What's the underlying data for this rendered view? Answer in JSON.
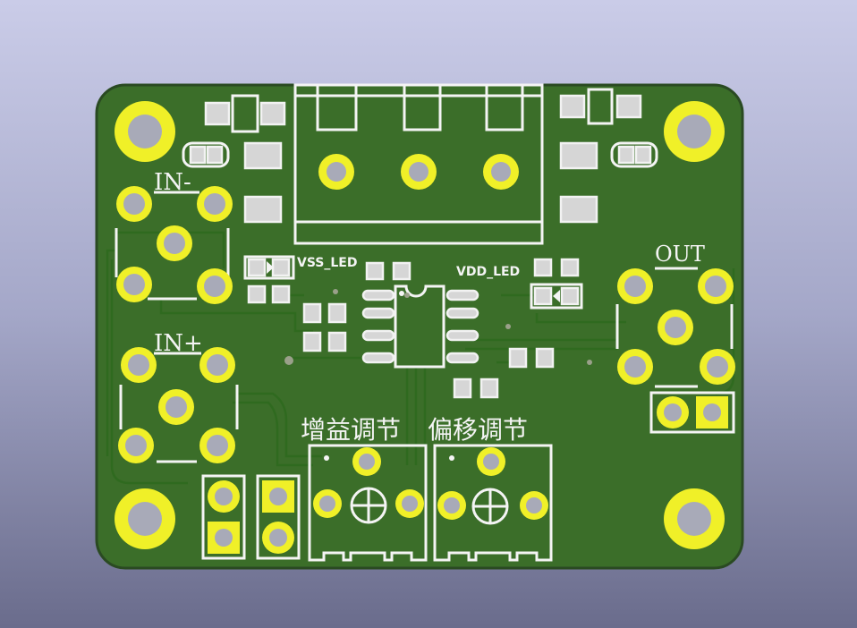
{
  "viewer": {
    "type": "pcb-3d-view",
    "background_top": "#cacce8",
    "background_bottom": "#6a6c8c"
  },
  "board": {
    "soldermask_color": "#3b6e29",
    "edge_color": "#2a4a22",
    "silkscreen_color": "#f4f4f4",
    "pad_color": "#f0f028"
  },
  "labels": {
    "in_minus": "IN-",
    "in_plus": "IN+",
    "out": "OUT",
    "vss_led": "VSS_LED",
    "vdd_led": "VDD_LED",
    "gain_adjust": "增益调节",
    "offset_adjust": "偏移调节"
  }
}
